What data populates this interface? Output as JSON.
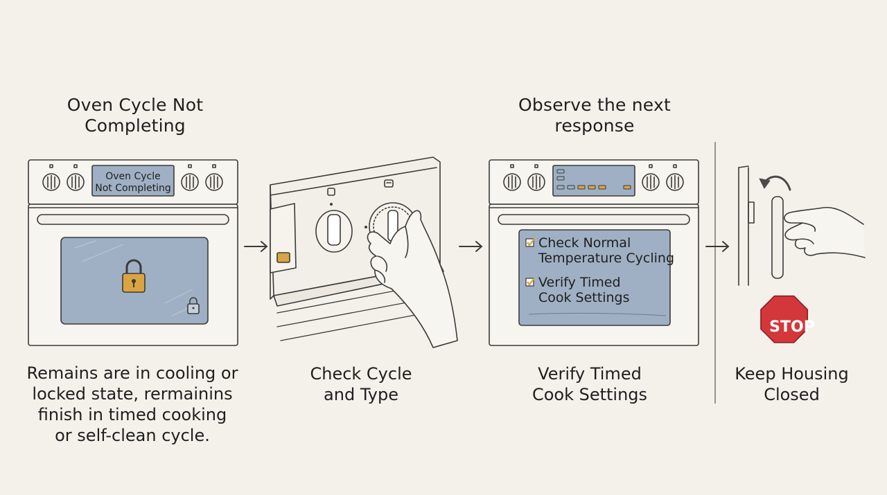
{
  "colors": {
    "background": "#f4f1ea",
    "line": "#3a3a3a",
    "screen": "#9fb0c4",
    "accent_gold": "#d9a441",
    "stop_red": "#d4373b"
  },
  "steps": [
    {
      "heading": "Oven Cycle Not\nCompleting",
      "display_line1": "Oven Cycle",
      "display_line2": "Not Completing",
      "caption": "Remains are in cooling or\nlocked state, rermainins\nfinish in timed cooking\nor self-clean cycle.",
      "icons": [
        "lock-icon",
        "small-lock-icon"
      ]
    },
    {
      "heading": "",
      "caption": "Check Cycle\nand Type",
      "icons": [
        "hand-icon",
        "dial-icon"
      ]
    },
    {
      "heading": "Observe the next\nresponse",
      "checklist": [
        "Check Normal\nTemperature Cycling",
        "Verify Timed\nCook Settings"
      ],
      "caption": "Verify Timed\nCook Settings",
      "icons": [
        "checkbox-icon"
      ]
    },
    {
      "heading": "",
      "stop_sign": "STOP",
      "caption": "Keep Housing\nClosed",
      "icons": [
        "hand-icon",
        "rotate-arrow-icon",
        "stop-sign-icon"
      ]
    }
  ]
}
